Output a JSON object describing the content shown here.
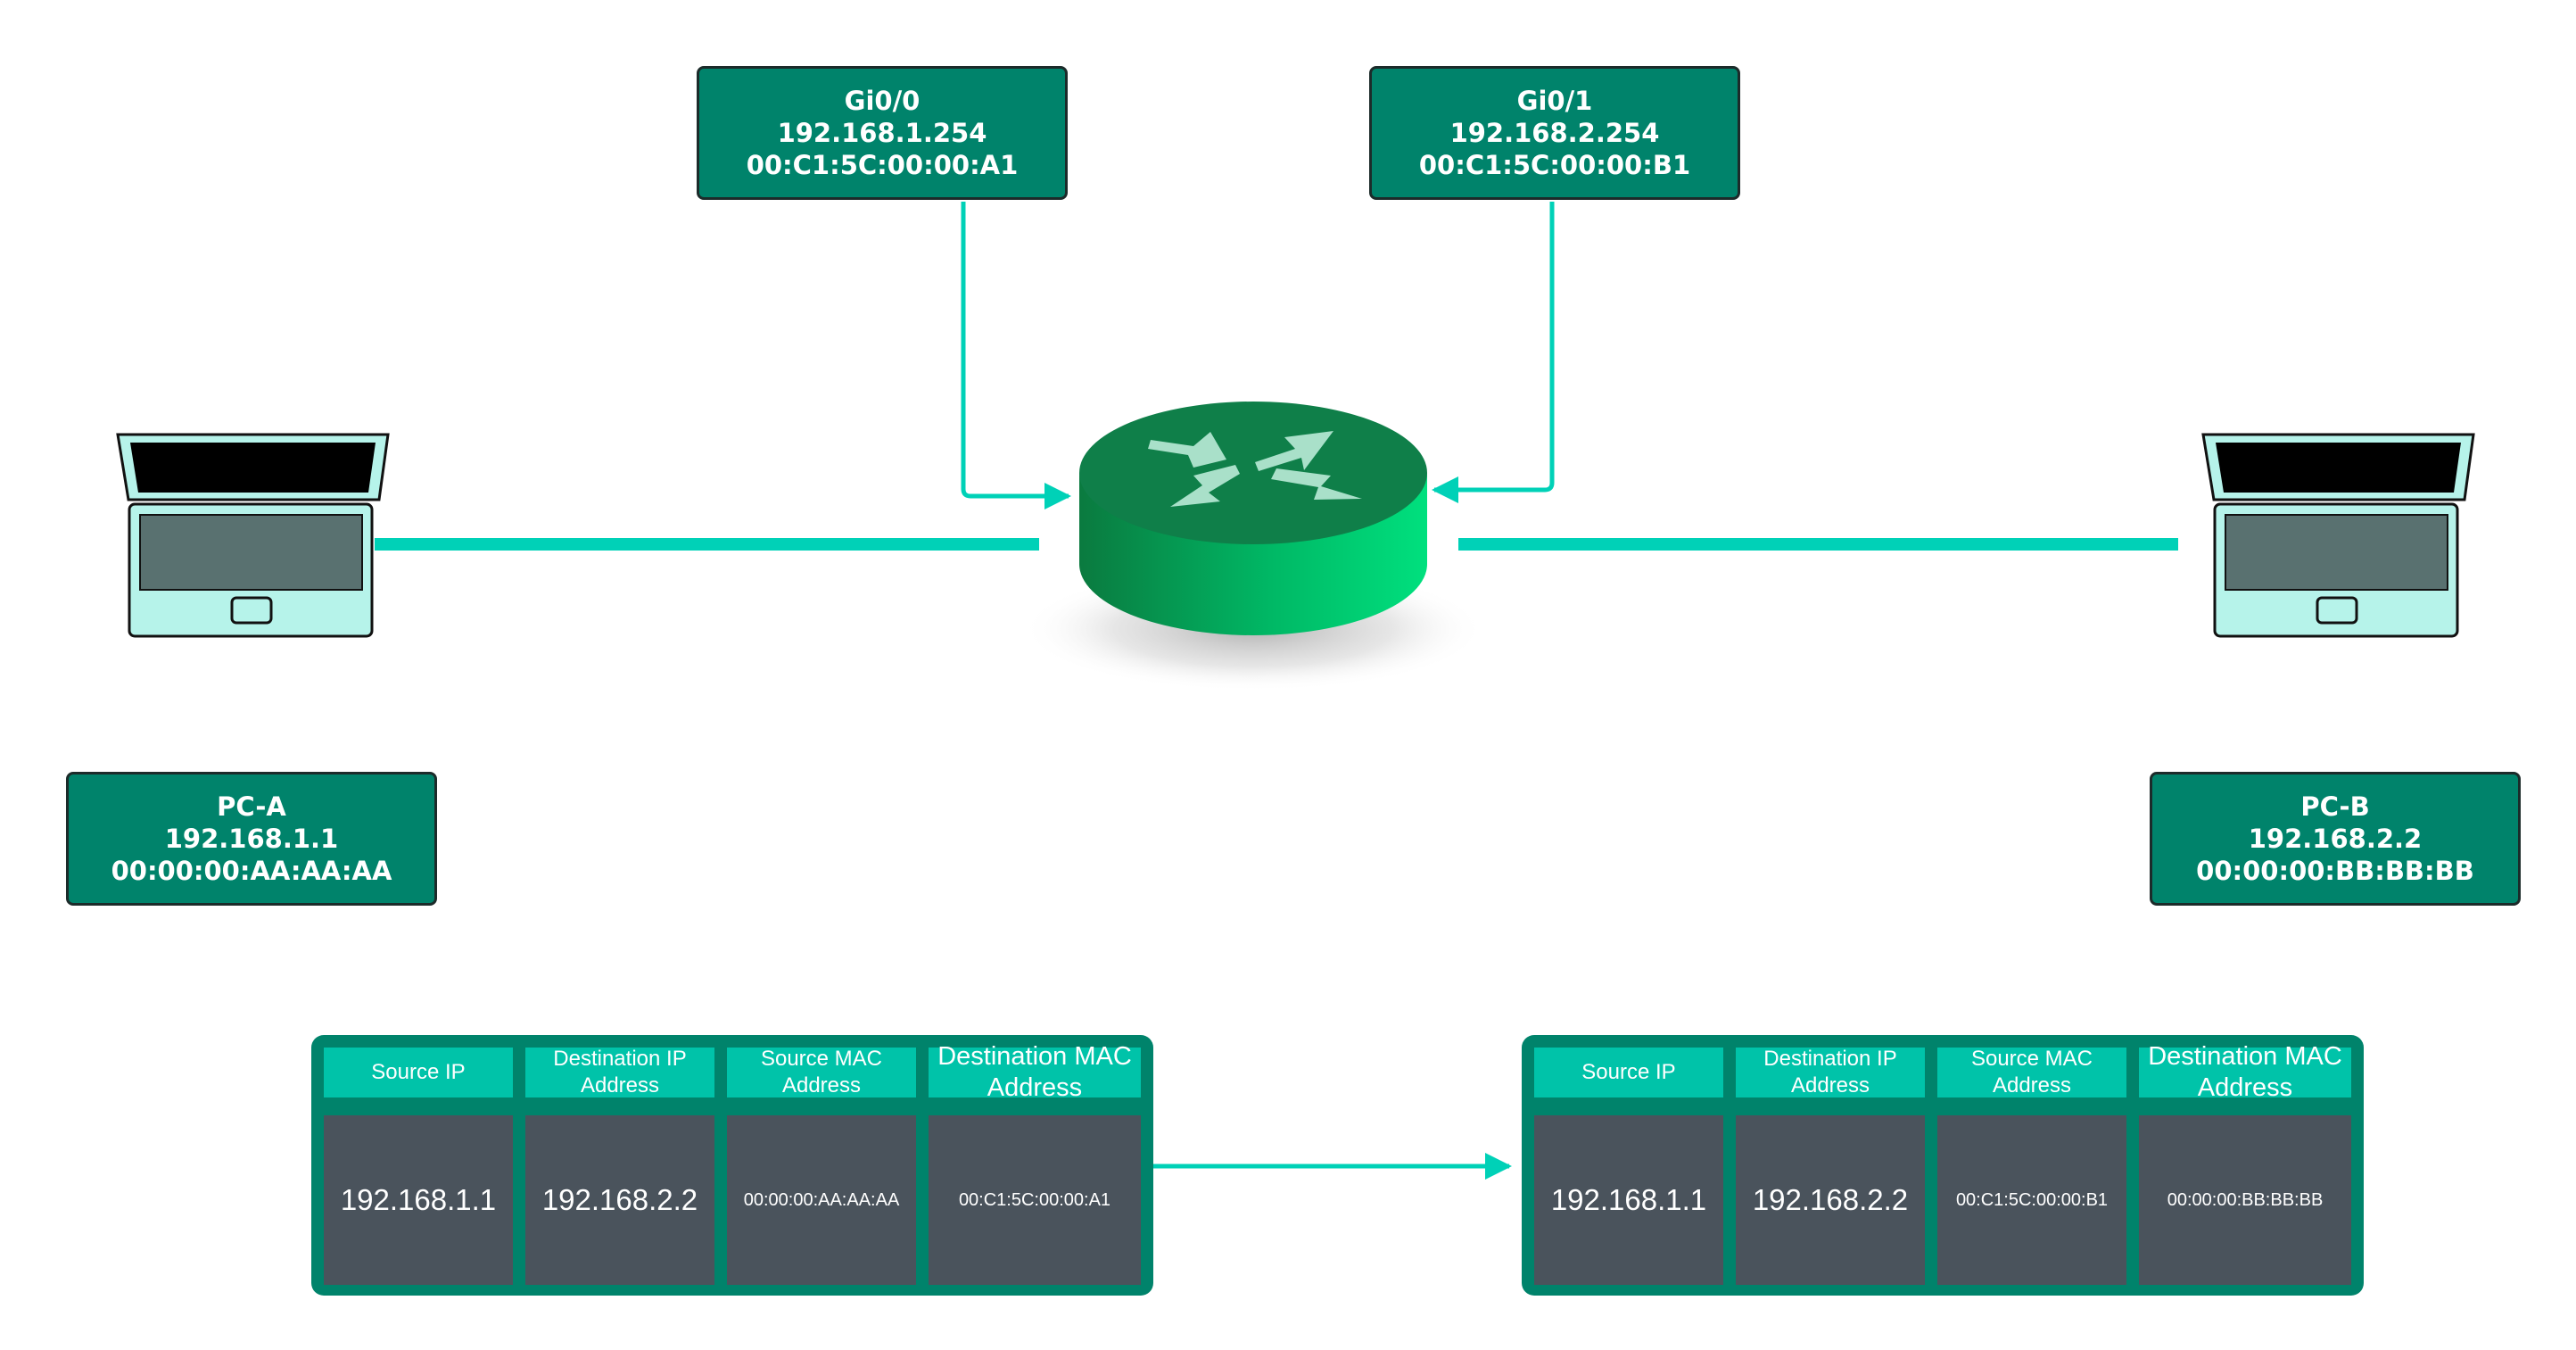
{
  "interfaces": {
    "gi00": {
      "name": "Gi0/0",
      "ip": "192.168.1.254",
      "mac": "00:C1:5C:00:00:A1"
    },
    "gi01": {
      "name": "Gi0/1",
      "ip": "192.168.2.254",
      "mac": "00:C1:5C:00:00:B1"
    }
  },
  "hosts": {
    "pc_a": {
      "name": "PC-A",
      "ip": "192.168.1.1",
      "mac": "00:00:00:AA:AA:AA"
    },
    "pc_b": {
      "name": "PC-B",
      "ip": "192.168.2.2",
      "mac": "00:00:00:BB:BB:BB"
    }
  },
  "frames": {
    "before": {
      "headers": [
        "Source IP",
        "Destination IP Address",
        "Source MAC Address",
        "Destination MAC Address"
      ],
      "values": [
        "192.168.1.1",
        "192.168.2.2",
        "00:00:00:AA:AA:AA",
        "00:C1:5C:00:00:A1"
      ]
    },
    "after": {
      "headers": [
        "Source IP",
        "Destination IP Address",
        "Source MAC Address",
        "Destination MAC Address"
      ],
      "values": [
        "192.168.1.1",
        "192.168.2.2",
        "00:C1:5C:00:00:B1",
        "00:00:00:BB:BB:BB"
      ]
    }
  },
  "icons": {
    "router": "router-icon",
    "laptop": "laptop-icon"
  },
  "colors": {
    "link": "#00d1b7",
    "label_bg": "#00836b",
    "header_bg": "#00c3a9",
    "cell_bg": "#4a535c",
    "router_top": "#0f7f49",
    "router_side": "#00df7c"
  }
}
